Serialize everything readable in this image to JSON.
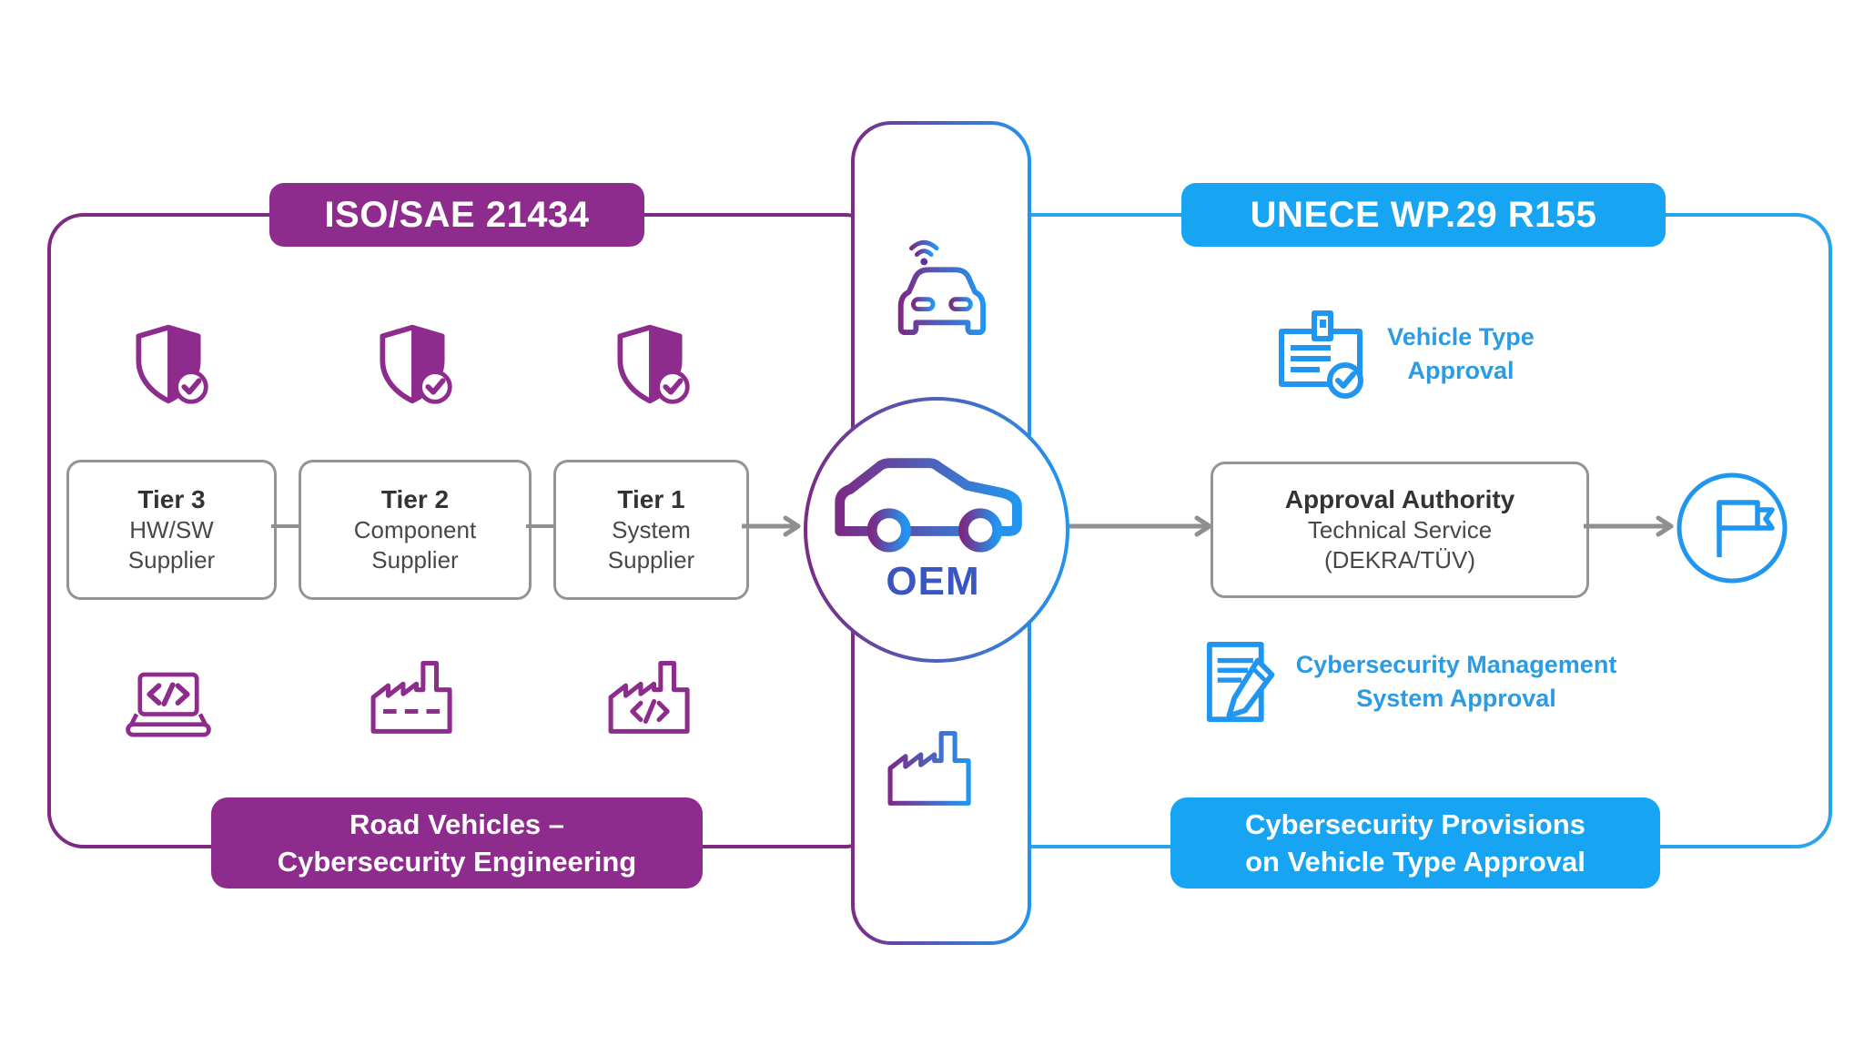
{
  "left": {
    "header_label": "ISO/SAE 21434",
    "tiers": [
      {
        "title": "Tier 3",
        "line1": "HW/SW",
        "line2": "Supplier"
      },
      {
        "title": "Tier 2",
        "line1": "Component",
        "line2": "Supplier"
      },
      {
        "title": "Tier 1",
        "line1": "System",
        "line2": "Supplier"
      }
    ],
    "footer_line1": "Road Vehicles –",
    "footer_line2": "Cybersecurity Engineering"
  },
  "center": {
    "oem_label": "OEM"
  },
  "right": {
    "header_label": "UNECE WP.29 R155",
    "vehicle_type_approval": {
      "line1": "Vehicle Type",
      "line2": "Approval"
    },
    "approval_authority": {
      "title": "Approval Authority",
      "line1": "Technical Service",
      "line2": "(DEKRA/TÜV)"
    },
    "csms": {
      "line1": "Cybersecurity Management",
      "line2": "System Approval"
    },
    "footer_line1": "Cybersecurity Provisions",
    "footer_line2": "on Vehicle Type Approval"
  },
  "icons": {
    "shield-check-icon": "shield with checkmark, half filled",
    "laptop-code-icon": "laptop with code brackets </>",
    "factory-icon": "factory building with dashes",
    "factory-code-icon": "factory building with code brackets </>",
    "connected-car-icon": "car front view with wifi signal",
    "car-side-icon": "car side view",
    "certificate-check-icon": "certificate card with checkmark",
    "document-pencil-icon": "document with pencil",
    "flag-icon": "flag inside circle"
  },
  "colors": {
    "purple": "#8e2c8e",
    "purple_border": "#7e2a82",
    "blue_badge": "#17a5f3",
    "blue_border": "#2aa3ef",
    "blue_icon": "#2196f0",
    "blue_text": "#2b9be4",
    "gradient_start": "#7b2b86",
    "gradient_end": "#2196f0",
    "oem_text": "#3a55c4",
    "gray": "#8f8f8f"
  }
}
